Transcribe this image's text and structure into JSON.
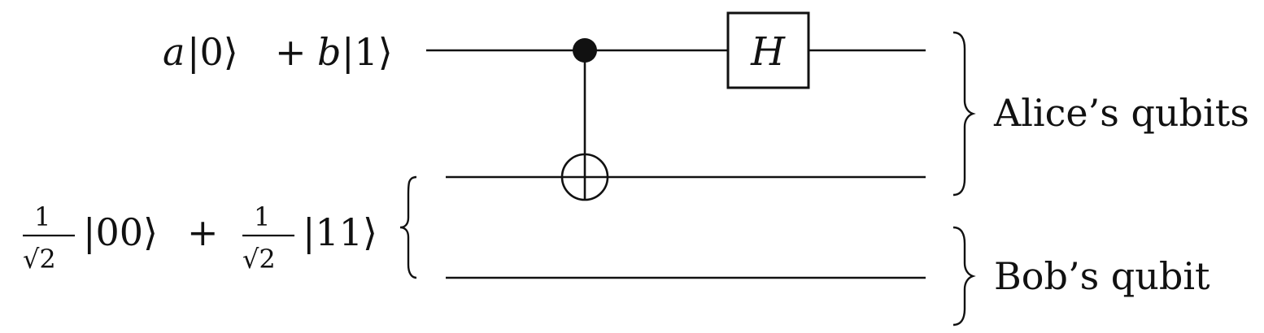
{
  "circuit": {
    "input_state_top": {
      "coef_a": "a",
      "ket_0": "|0⟩",
      "plus": "+",
      "coef_b": "b",
      "ket_1": "|1⟩"
    },
    "input_state_epr": {
      "frac1_num": "1",
      "frac1_den": "√2",
      "ket_00": "|00⟩",
      "plus": "+",
      "frac2_num": "1",
      "frac2_den": "√2",
      "ket_11": "|11⟩"
    },
    "gates": {
      "hadamard_label": "H"
    },
    "groups": {
      "alice_label": "Alice’s qubits",
      "bob_label": "Bob’s qubit"
    }
  }
}
